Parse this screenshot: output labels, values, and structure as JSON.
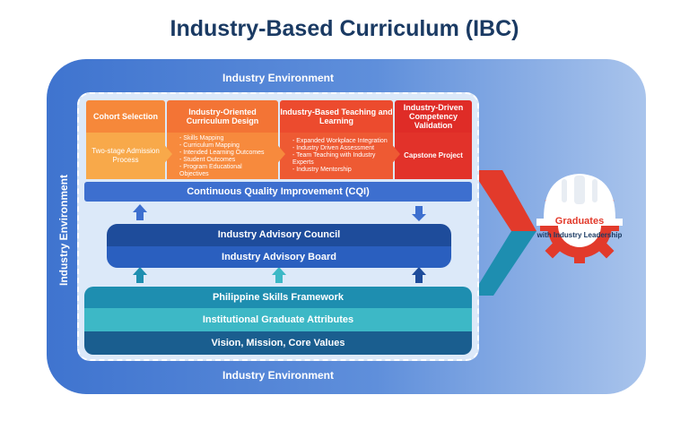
{
  "title": "Industry-Based Curriculum (IBC)",
  "environment": {
    "top": "Industry Environment",
    "bottom": "Industry Environment",
    "left": "Industry Environment"
  },
  "columns": [
    {
      "head": "Cohort Selection",
      "body": "Two-stage Admission Process"
    },
    {
      "head": "Industry-Oriented Curriculum Design",
      "items": [
        "- Skills Mapping",
        "- Curriculum Mapping",
        "- Intended Learning Outcomes",
        "- Student Outcomes",
        "- Program Educational Objectives"
      ]
    },
    {
      "head": "Industry-Based Teaching and Learning",
      "items": [
        "- Expanded Workplace Integration",
        "- Industry Driven Assessment",
        "- Team Teaching with Industry Experts",
        "- Industry Mentorship"
      ]
    },
    {
      "head": "Industry-Driven Competency Validation",
      "body": "Capstone Project"
    }
  ],
  "cqi": "Continuous Quality Improvement (CQI)",
  "council": "Industry Advisory Council",
  "board": "Industry Advisory Board",
  "foundation": [
    "Philippine Skills Framework",
    "Institutional Graduate Attributes",
    "Vision, Mission, Core Values"
  ],
  "outcome": {
    "title": "Graduates",
    "subtitle": "with Industry Leadership"
  },
  "colors": {
    "navy": "#1a3a63",
    "red": "#e23a2b",
    "orange": "#f37435",
    "teal": "#3db8c6",
    "blue": "#3d6fcf"
  }
}
